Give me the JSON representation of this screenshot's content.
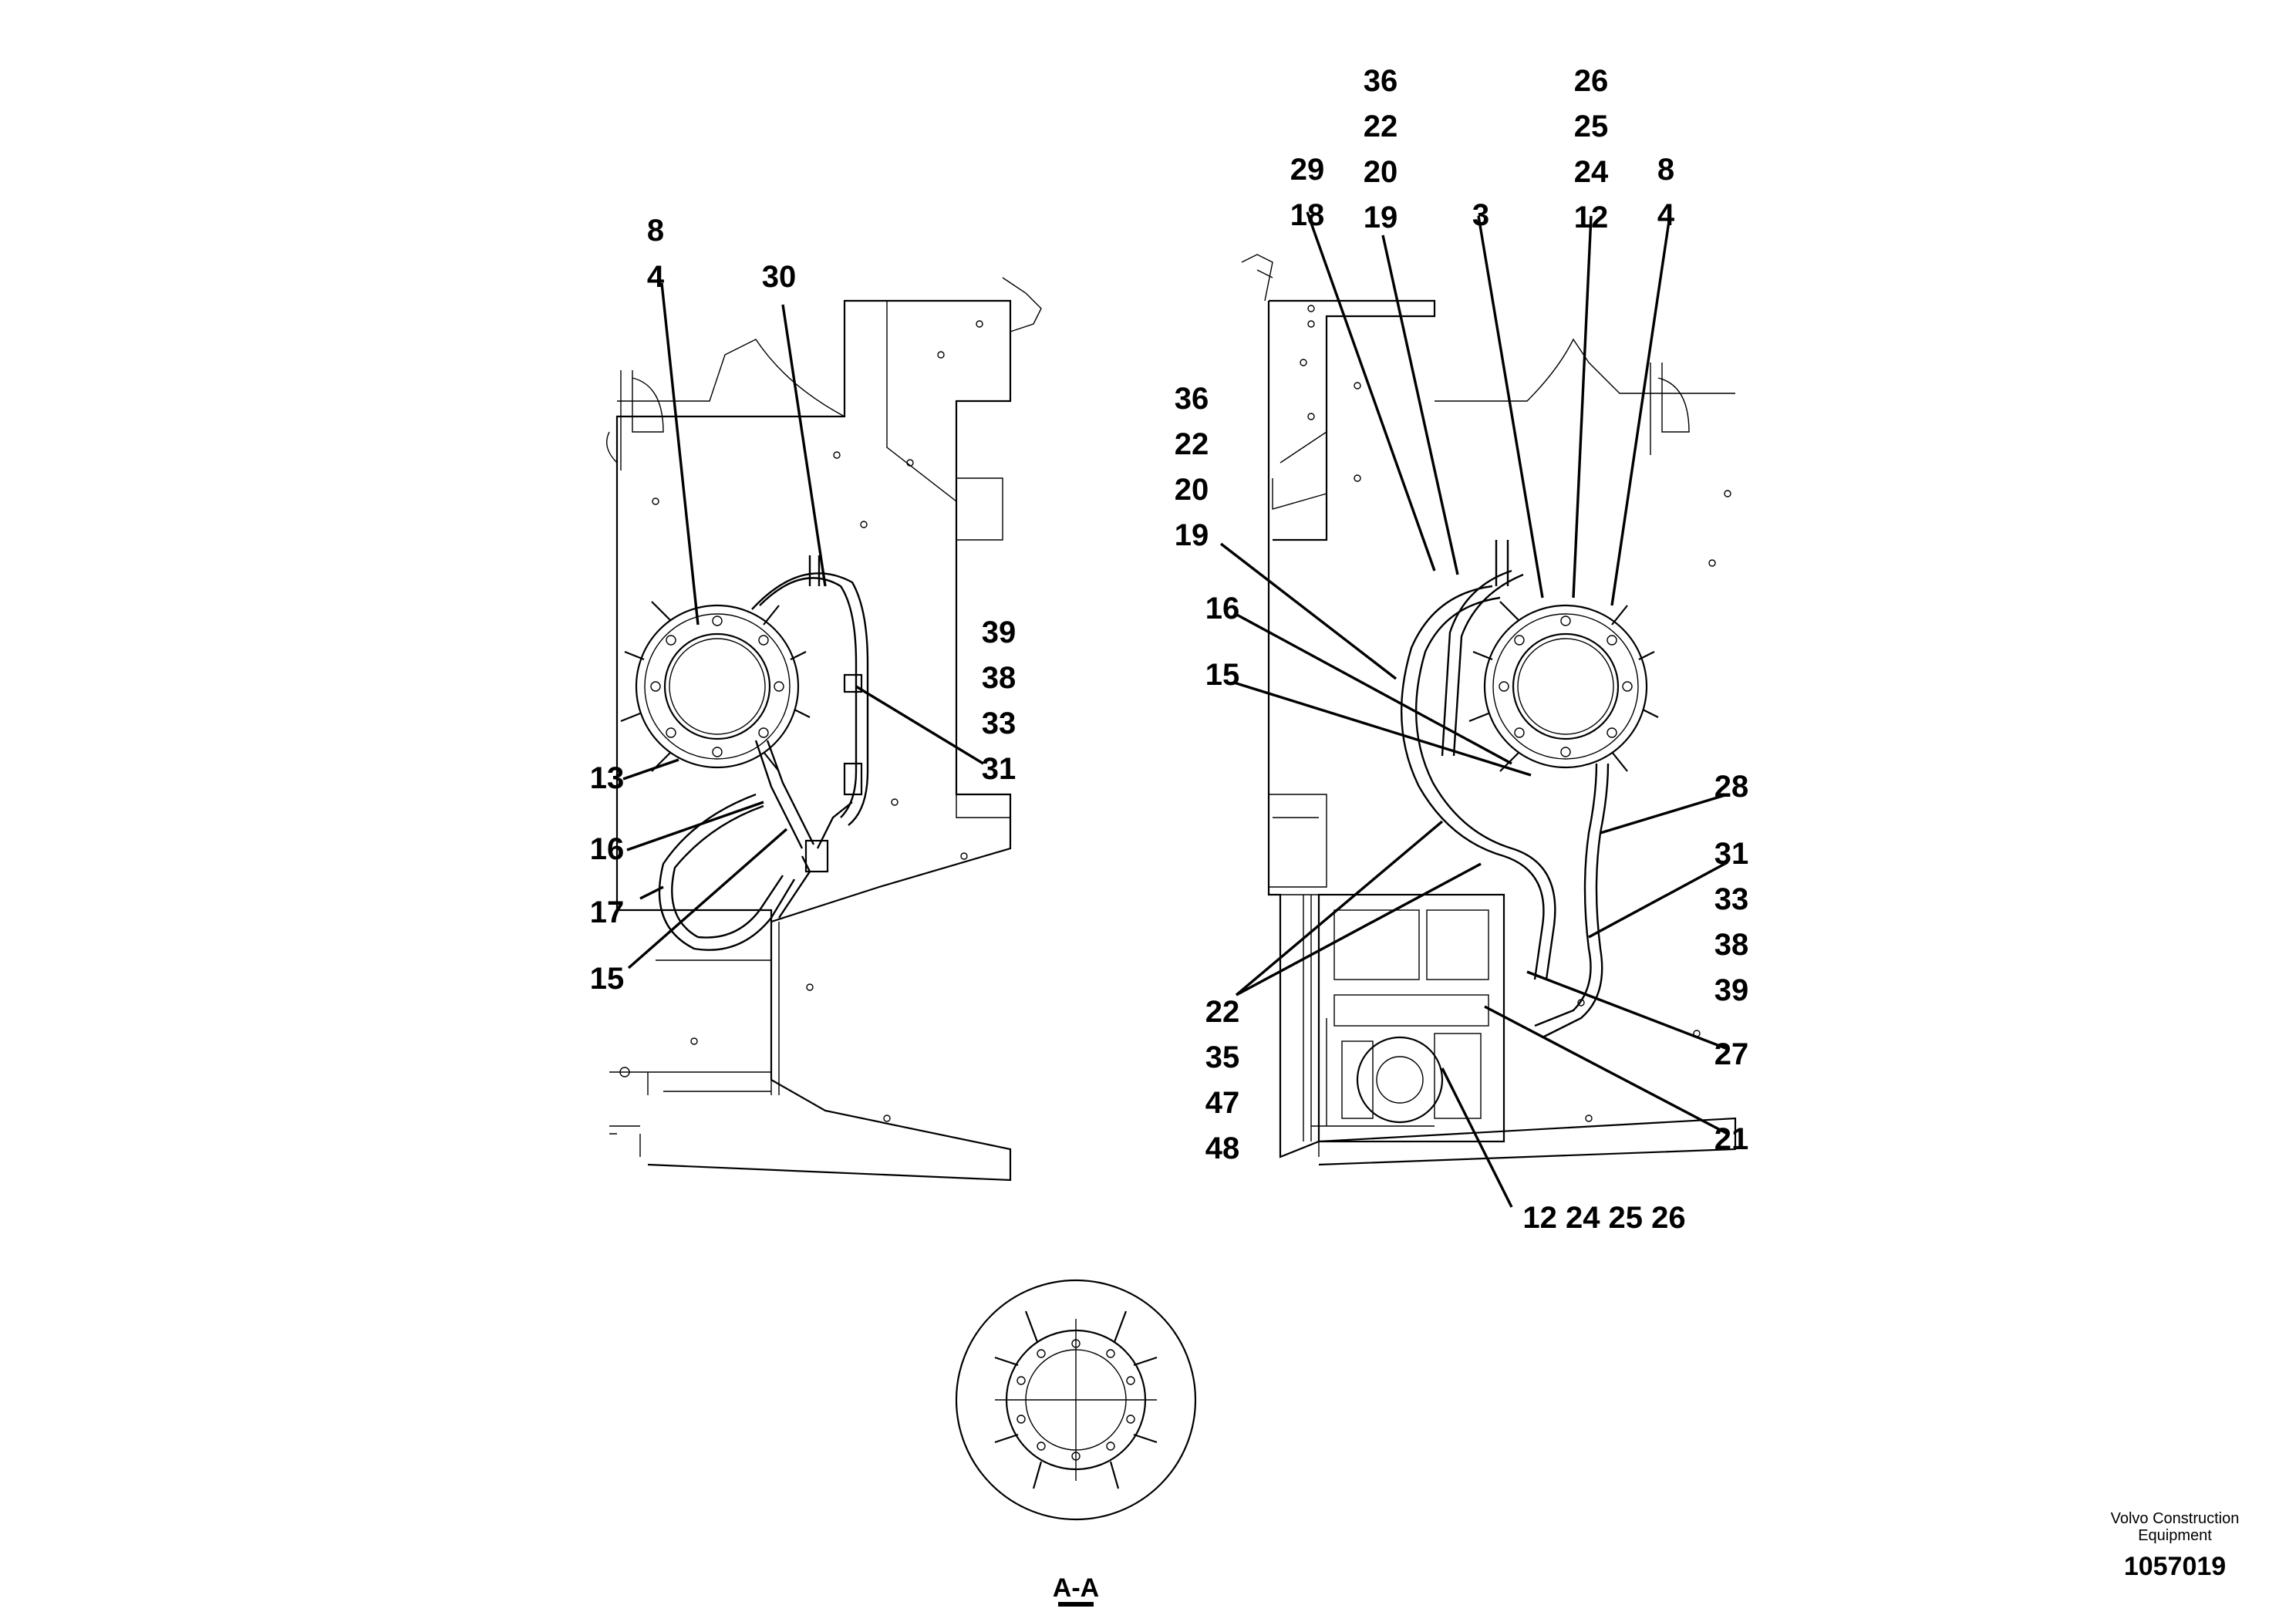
{
  "left_view": {
    "callouts": [
      "8",
      "4",
      "30",
      "39",
      "38",
      "33",
      "31",
      "13",
      "16",
      "17",
      "15"
    ]
  },
  "right_view": {
    "callouts": [
      "36",
      "22",
      "20",
      "19",
      "26",
      "25",
      "24",
      "12",
      "29",
      "18",
      "19",
      "3",
      "8",
      "4",
      "36",
      "22",
      "20",
      "19",
      "16",
      "15",
      "28",
      "31",
      "33",
      "38",
      "39",
      "22",
      "35",
      "47",
      "48",
      "27",
      "21",
      "12 24 25 26"
    ]
  },
  "section_view": {
    "label": "A-A"
  },
  "footer": {
    "brand": "Volvo Construction Equipment",
    "document_number": "1057019"
  }
}
